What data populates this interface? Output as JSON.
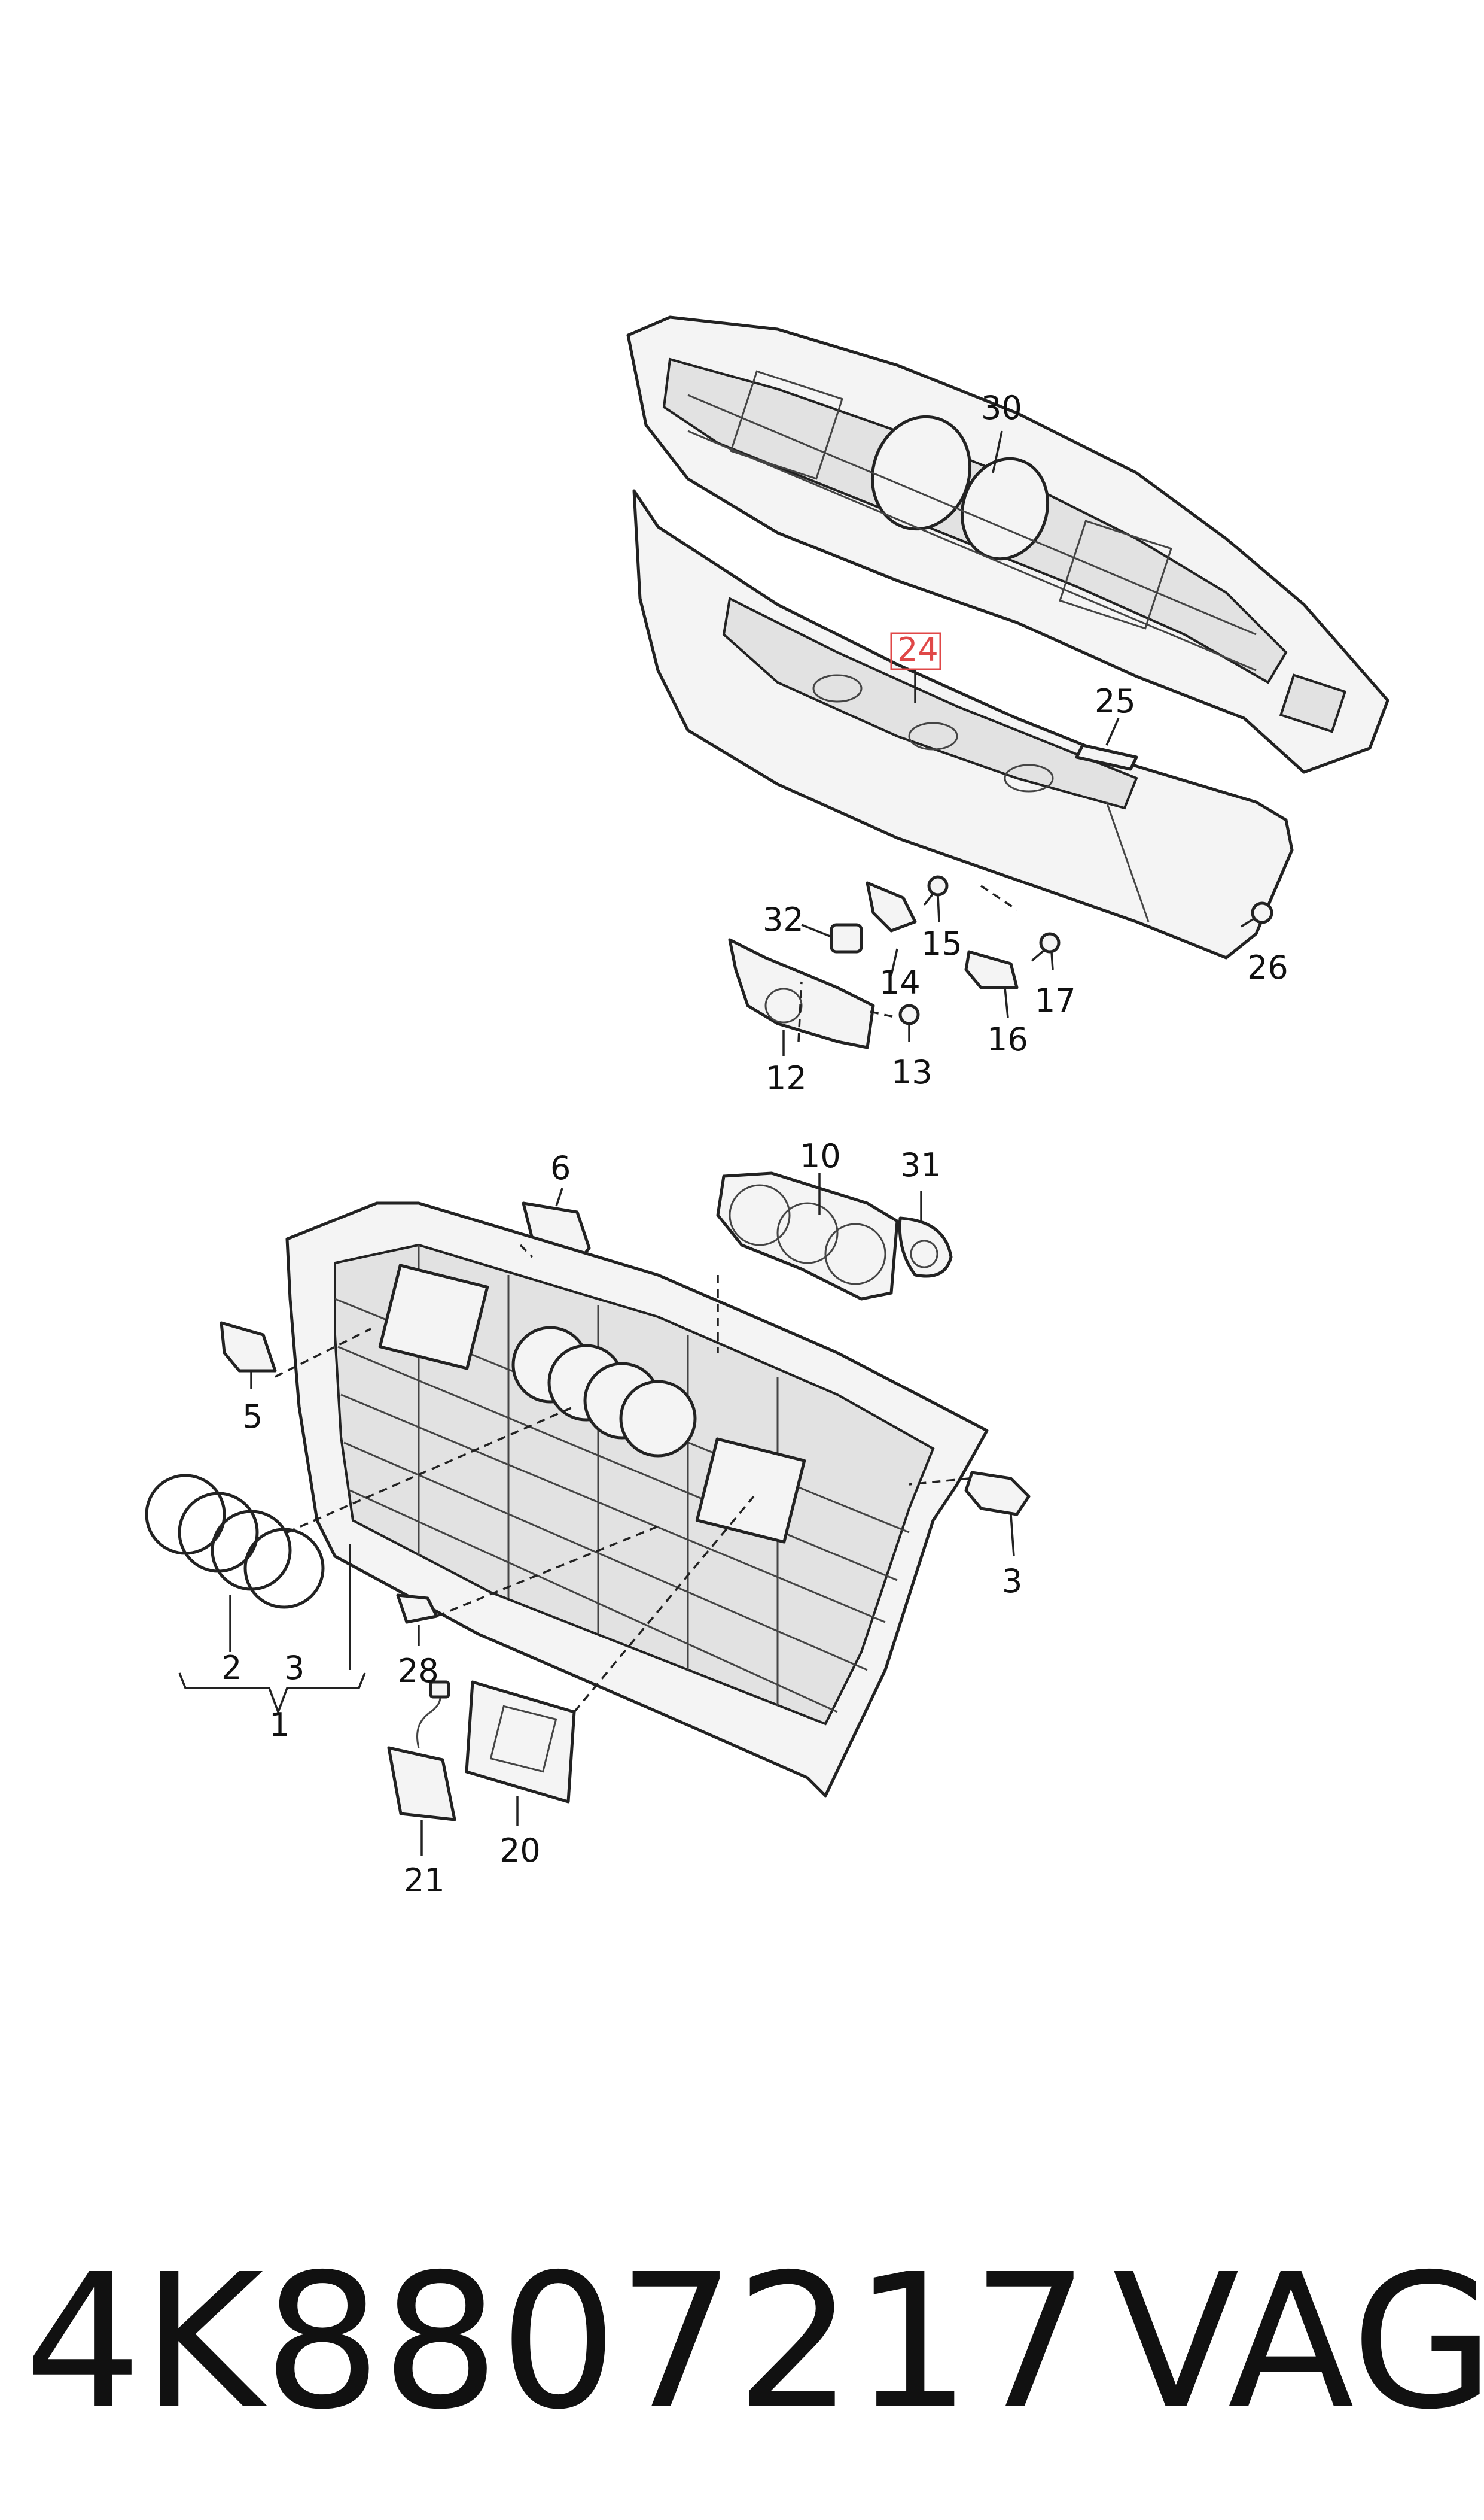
{
  "callouts": {
    "c30": "30",
    "c24": "24",
    "c25": "25",
    "c32": "32",
    "c15": "15",
    "c14": "14",
    "c17": "17",
    "c26": "26",
    "c16": "16",
    "c13": "13",
    "c12": "12",
    "c6": "6",
    "c10": "10",
    "c31": "31",
    "c5": "5",
    "c3a": "3",
    "c2": "2",
    "c3b": "3",
    "c28": "28",
    "c1": "1",
    "c20": "20",
    "c21": "21"
  },
  "highlight_color": "#e04848",
  "footer": {
    "part_number": "4K8807217",
    "brand": "VAG"
  }
}
